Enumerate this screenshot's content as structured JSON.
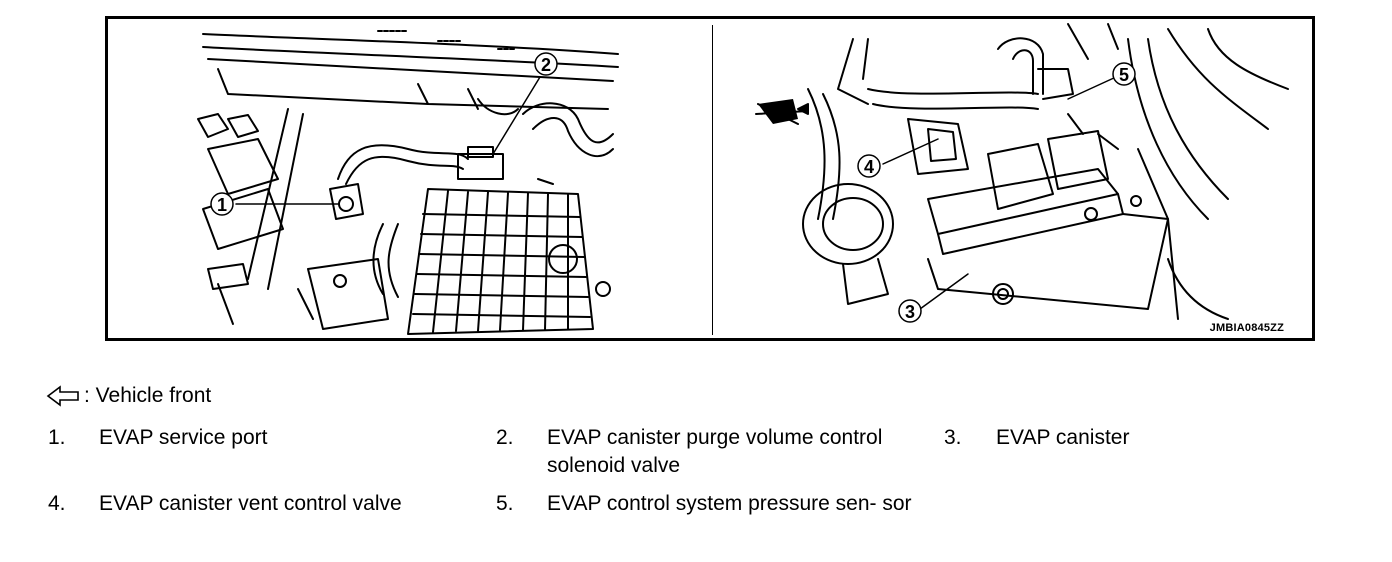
{
  "figure": {
    "code": "JMBIA0845ZZ",
    "callouts": [
      "1",
      "2",
      "3",
      "4",
      "5"
    ]
  },
  "legend": {
    "arrow_label": ": Vehicle front"
  },
  "items": [
    {
      "num": "1.",
      "text": "EVAP service port"
    },
    {
      "num": "2.",
      "text": "EVAP canister purge volume control solenoid valve"
    },
    {
      "num": "3.",
      "text": "EVAP canister"
    },
    {
      "num": "4.",
      "text": "EVAP canister vent control valve"
    },
    {
      "num": "5.",
      "text": "EVAP control system pressure sen- sor"
    }
  ]
}
